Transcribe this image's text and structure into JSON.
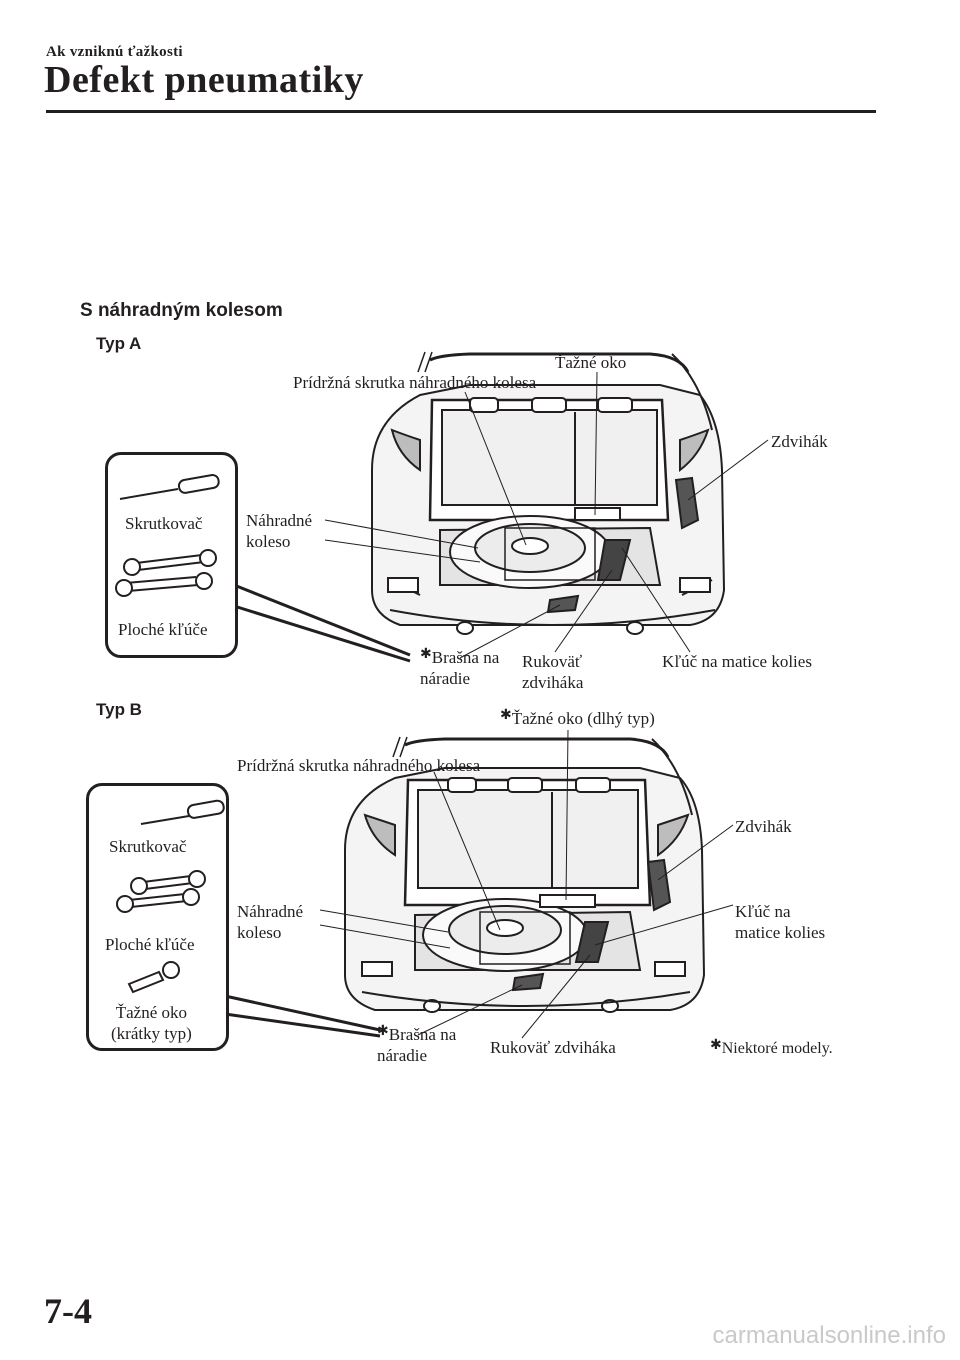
{
  "header": {
    "section": "Ak vzniknú ťažkosti",
    "title": "Defekt pneumatiky"
  },
  "main": {
    "heading": "S náhradným kolesom",
    "type_a": {
      "label": "Typ A",
      "toolbox": {
        "screwdriver": "Skrutkovač",
        "wrenches": "Ploché kľúče"
      },
      "callouts": {
        "tow_hook": "Ťažné oko",
        "bolt": "Prídržná skrutka náhradného kolesa",
        "jack": "Zdvihák",
        "spare_1": "Náhradné",
        "spare_2": "koleso",
        "bag_1": "Brašna na",
        "bag_2": "náradie",
        "handle_1": "Rukoväť",
        "handle_2": "zdviháka",
        "lug_wrench": "Kľúč na matice kolies"
      }
    },
    "type_b": {
      "label": "Typ B",
      "toolbox": {
        "screwdriver": "Skrutkovač",
        "wrenches": "Ploché kľúče",
        "tow_short_1": "Ťažné oko",
        "tow_short_2": "(krátky typ)"
      },
      "callouts": {
        "tow_long": "Ťažné oko (dlhý typ)",
        "bolt": "Prídržná skrutka náhradného kolesa",
        "jack": "Zdvihák",
        "lug_1": "Kľúč na",
        "lug_2": "matice kolies",
        "spare_1": "Náhradné",
        "spare_2": "koleso",
        "bag_1": "Brašna na",
        "bag_2": "náradie",
        "handle": "Rukoväť zdviháka"
      }
    },
    "footnote": "Niektoré modely."
  },
  "footer": {
    "page_number": "7-4",
    "watermark": "carmanualsonline.info"
  }
}
